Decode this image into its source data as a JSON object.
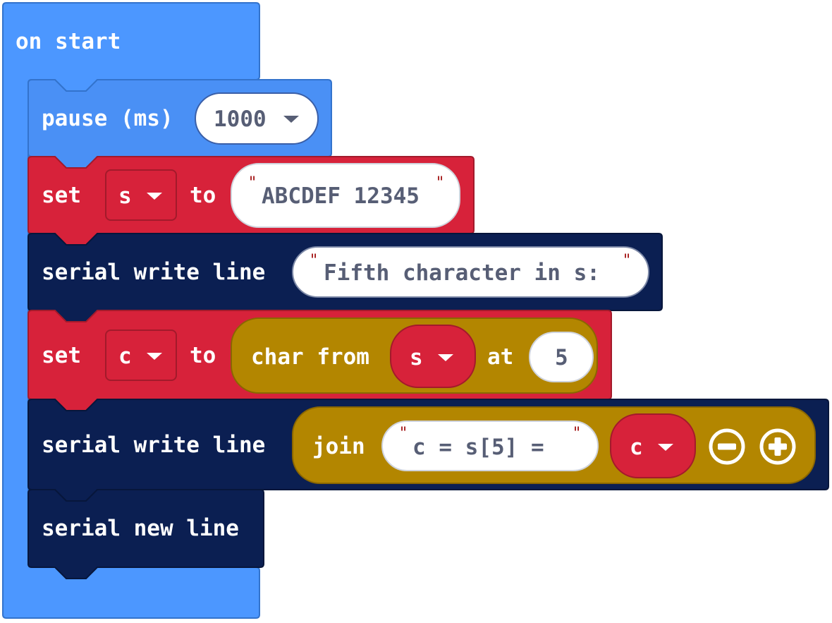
{
  "blocks": {
    "on_start": {
      "label": "on start",
      "color": "#4c97ff"
    },
    "pause": {
      "label": "pause (ms)",
      "value": "1000",
      "color": "#4a90f5"
    },
    "set_s": {
      "label_set": "set",
      "variable": "s",
      "label_to": "to",
      "value": "ABCDEF 12345",
      "color": "#d7223a"
    },
    "serial1": {
      "label": "serial write line",
      "value": "Fifth character in s:",
      "color": "#0b1f52"
    },
    "set_c": {
      "label_set": "set",
      "variable": "c",
      "label_to": "to",
      "func_label": "char from",
      "arg_var": "s",
      "at_label": "at",
      "index": "5",
      "color": "#d7223a",
      "text_color": "#b38600"
    },
    "serial2": {
      "label": "serial write line",
      "join_label": "join",
      "string": "c = s[5] = ",
      "var": "c",
      "color": "#0b1f52",
      "text_color": "#b38600"
    },
    "serial3": {
      "label": "serial new line",
      "color": "#0b1f52"
    }
  }
}
